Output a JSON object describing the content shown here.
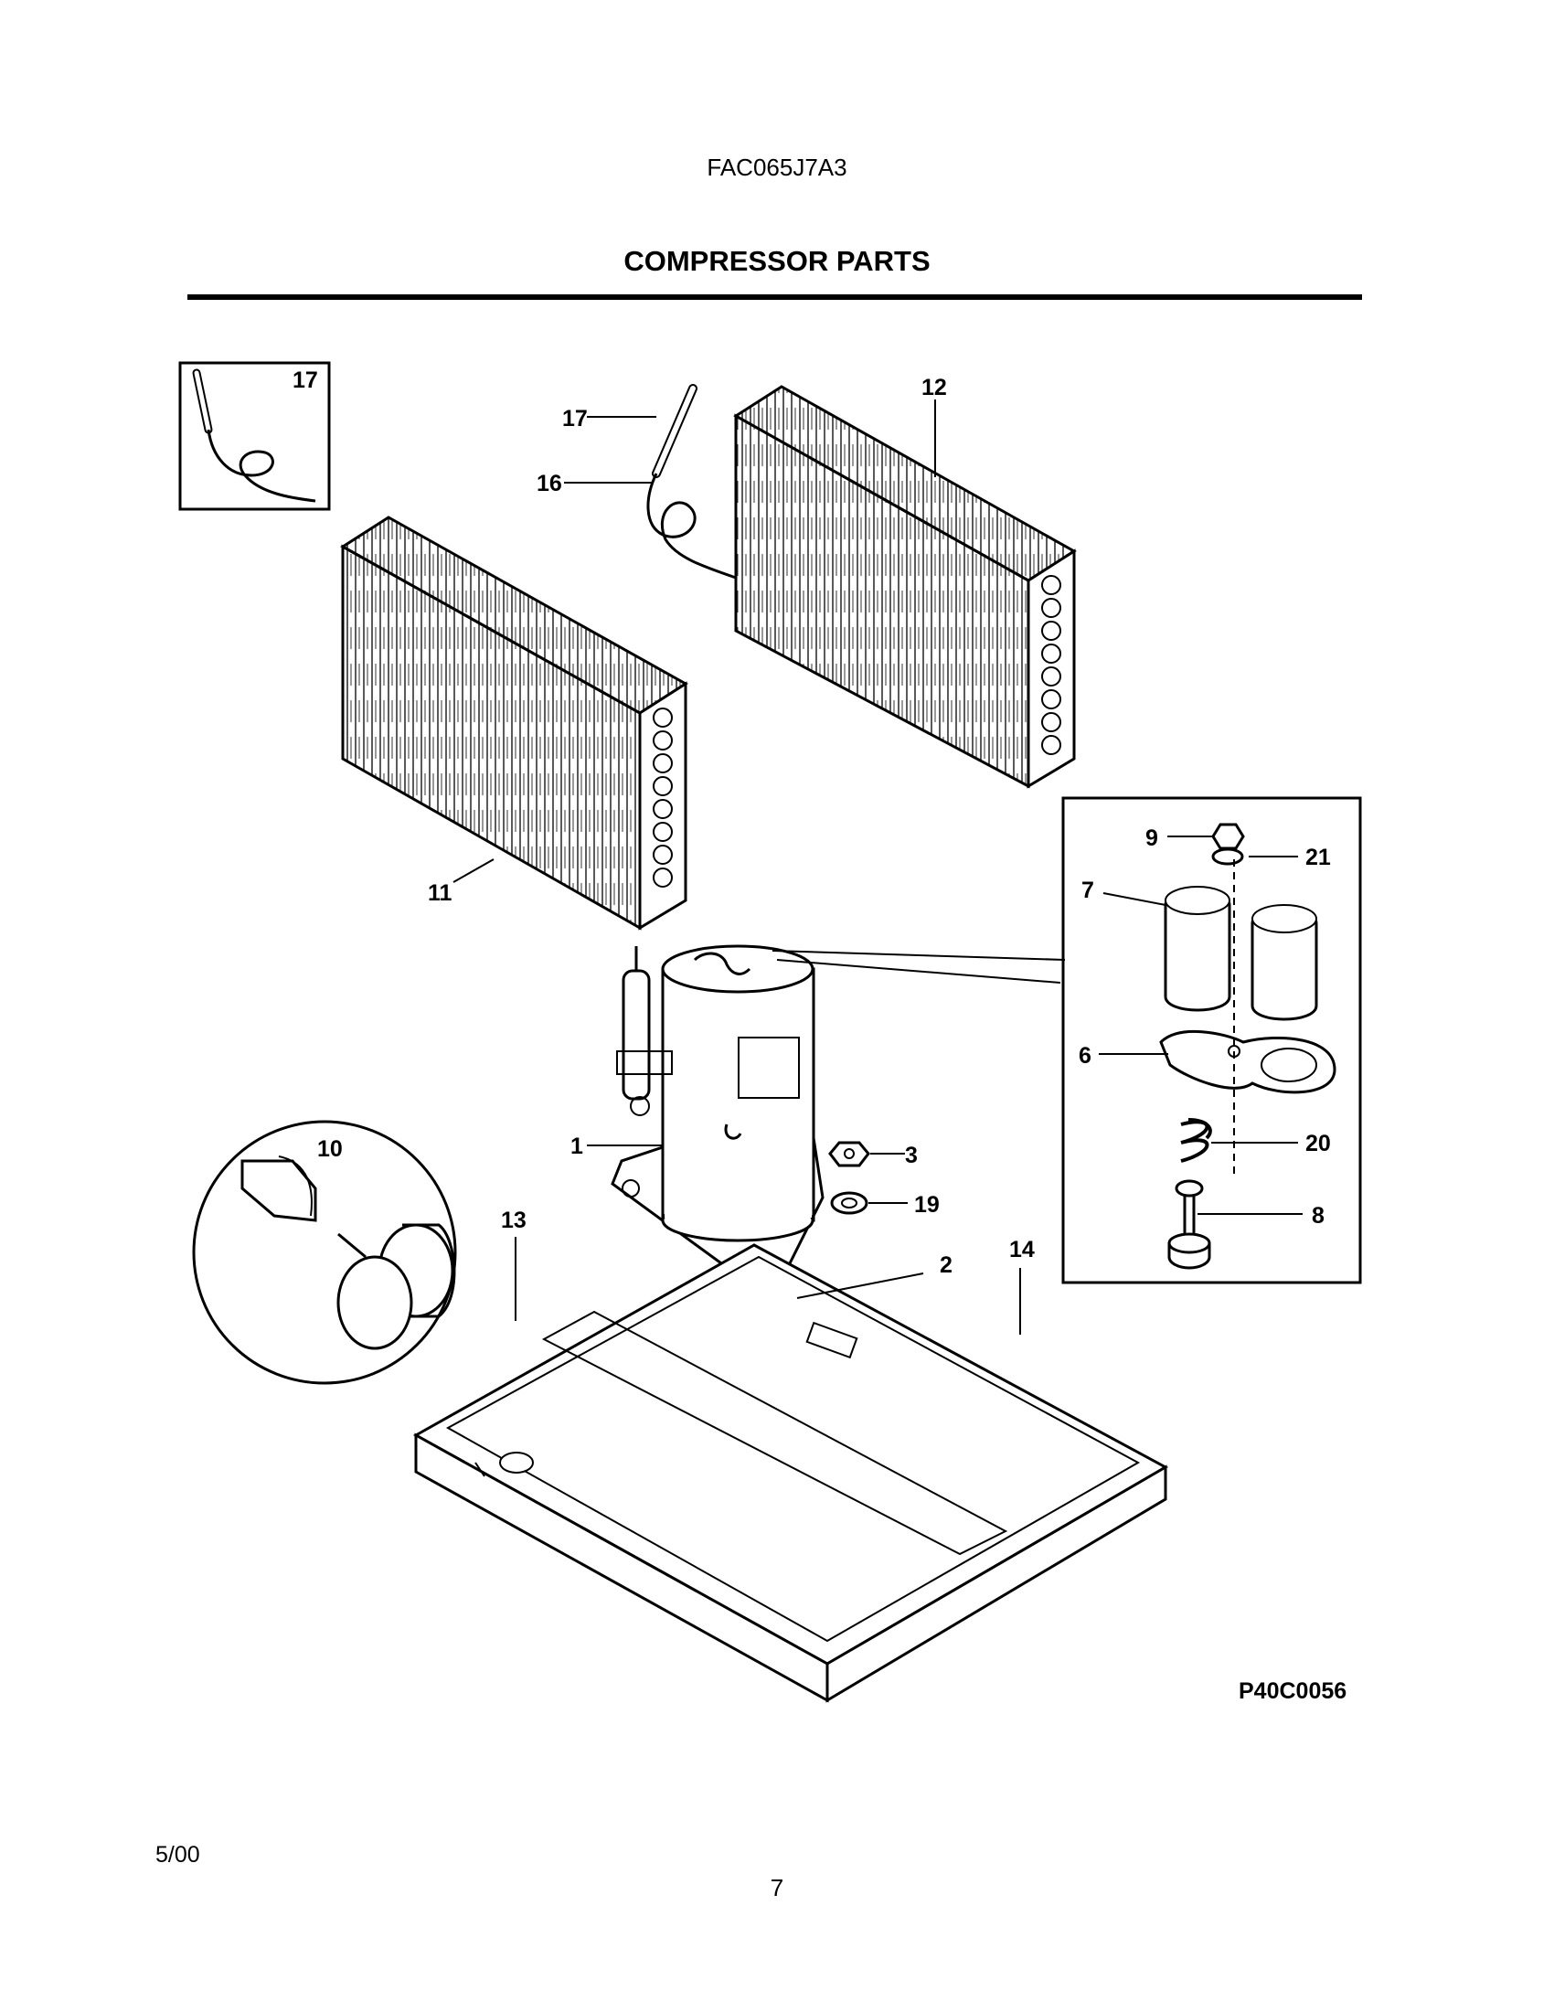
{
  "header": {
    "model": "FAC065J7A3",
    "title": "COMPRESSOR PARTS"
  },
  "callouts": {
    "c1": "1",
    "c2": "2",
    "c3": "3",
    "c6": "6",
    "c7": "7",
    "c8": "8",
    "c9": "9",
    "c10": "10",
    "c11": "11",
    "c12": "12",
    "c13": "13",
    "c14": "14",
    "c16": "16",
    "c17a": "17",
    "c17b": "17",
    "c19": "19",
    "c20": "20",
    "c21": "21"
  },
  "footer": {
    "drawing_code": "P40C0056",
    "date": "5/00",
    "page": "7"
  }
}
